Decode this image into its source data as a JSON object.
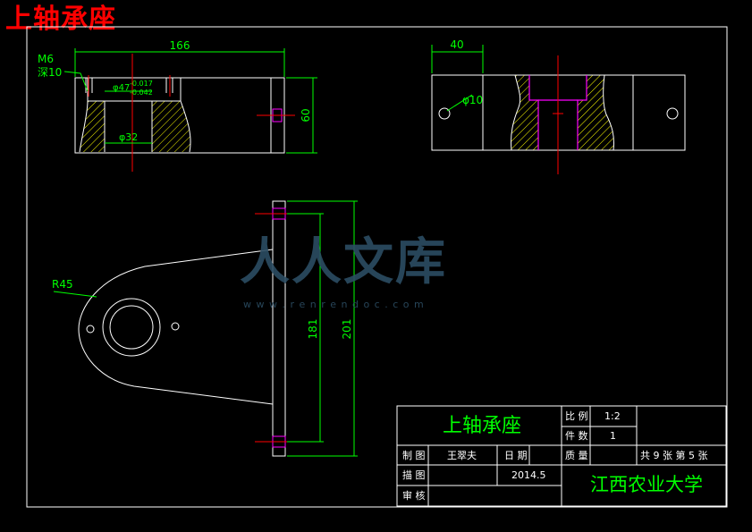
{
  "title": "上轴承座",
  "watermark": {
    "brand": "人人文库",
    "url": "w w w . r e n r e n d o c . c o m"
  },
  "dimensions": {
    "top_length": "166",
    "thread": "M6",
    "depth": "深10",
    "bore_tol": "φ47",
    "tol_upper": "-0.017",
    "tol_lower": "-0.042",
    "bore_small": "φ32",
    "height": "60",
    "side_width": "40",
    "hole_dia": "φ10",
    "radius": "R45",
    "height_inner": "181",
    "height_total": "201"
  },
  "title_block": {
    "part_name": "上轴承座",
    "scale_label": "比 例",
    "scale_value": "1:2",
    "qty_label": "件 数",
    "qty_value": "1",
    "drawn_label": "制 图",
    "drawn_name": "王翠夫",
    "date_label": "日 期",
    "date_value": "2014.5",
    "mass_label": "质 量",
    "sheets": "共 9 张  第 5 张",
    "traced_label": "描 图",
    "review_label": "审 核",
    "school": "江西农业大学"
  },
  "colors": {
    "outline": "#ffffff",
    "dimension": "#00ff00",
    "centerline": "#ff0000",
    "hidden": "#ff00ff",
    "hatch": "#ffff00",
    "title": "#ff0000"
  }
}
